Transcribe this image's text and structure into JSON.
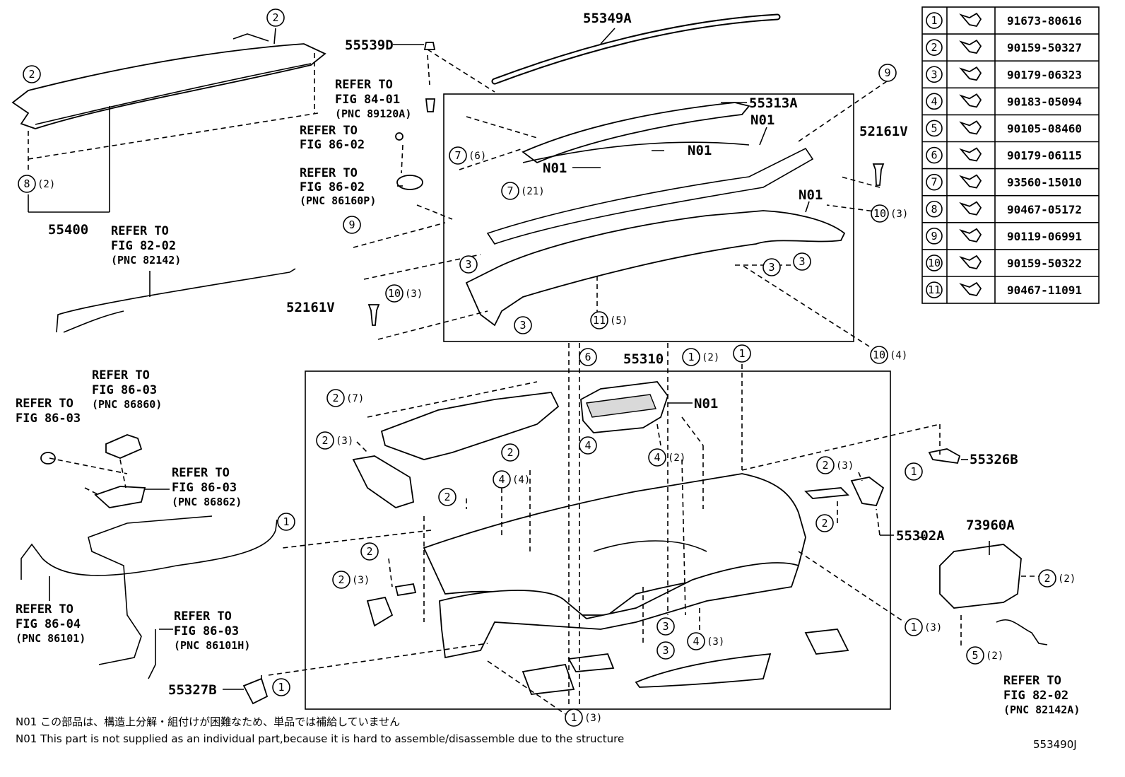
{
  "diagram_id": "553490J",
  "part_labels": {
    "p55349A": "55349A",
    "p55539D": "55539D",
    "p55313A": "55313A",
    "p52161V_top": "52161V",
    "p52161V_mid": "52161V",
    "p55400": "55400",
    "p55310": "55310",
    "p55326B": "55326B",
    "p55302A": "55302A",
    "p73960A": "73960A",
    "p55327B": "55327B",
    "n01_a": "N01",
    "n01_b": "N01",
    "n01_c": "N01",
    "n01_d": "N01",
    "n01_e": "N01"
  },
  "refer_notes": [
    {
      "id": "r1",
      "lines": [
        "REFER TO",
        "FIG 84-01",
        "(PNC 89120A)"
      ]
    },
    {
      "id": "r2",
      "lines": [
        "REFER TO",
        "FIG 86-02"
      ]
    },
    {
      "id": "r3",
      "lines": [
        "REFER TO",
        "FIG 86-02",
        "(PNC 86160P)"
      ]
    },
    {
      "id": "r4",
      "lines": [
        "REFER TO",
        "FIG 82-02",
        "(PNC 82142)"
      ]
    },
    {
      "id": "r5",
      "lines": [
        "REFER TO",
        "FIG 86-03",
        "(PNC 86860)"
      ]
    },
    {
      "id": "r6",
      "lines": [
        "REFER TO",
        "FIG 86-03"
      ]
    },
    {
      "id": "r7",
      "lines": [
        "REFER TO",
        "FIG 86-03",
        "(PNC 86862)"
      ]
    },
    {
      "id": "r8",
      "lines": [
        "REFER TO",
        "FIG 86-04",
        "(PNC 86101)"
      ]
    },
    {
      "id": "r9",
      "lines": [
        "REFER TO",
        "FIG 86-03",
        "(PNC 86101H)"
      ]
    },
    {
      "id": "r10",
      "lines": [
        "REFER TO",
        "FIG 82-02",
        "(PNC 82142A)"
      ]
    }
  ],
  "callouts": [
    {
      "num": "2",
      "qty": ""
    },
    {
      "num": "2",
      "qty": ""
    },
    {
      "num": "8",
      "qty": "(2)"
    },
    {
      "num": "7",
      "qty": "(6)"
    },
    {
      "num": "7",
      "qty": "(21)"
    },
    {
      "num": "9",
      "qty": ""
    },
    {
      "num": "9",
      "qty": ""
    },
    {
      "num": "10",
      "qty": "(3)"
    },
    {
      "num": "10",
      "qty": "(3)"
    },
    {
      "num": "10",
      "qty": "(4)"
    },
    {
      "num": "3",
      "qty": ""
    },
    {
      "num": "3",
      "qty": ""
    },
    {
      "num": "3",
      "qty": ""
    },
    {
      "num": "3",
      "qty": ""
    },
    {
      "num": "11",
      "qty": "(5)"
    },
    {
      "num": "6",
      "qty": ""
    },
    {
      "num": "1",
      "qty": "(2)"
    },
    {
      "num": "1",
      "qty": ""
    },
    {
      "num": "2",
      "qty": "(7)"
    },
    {
      "num": "2",
      "qty": "(3)"
    },
    {
      "num": "2",
      "qty": ""
    },
    {
      "num": "2",
      "qty": ""
    },
    {
      "num": "4",
      "qty": ""
    },
    {
      "num": "4",
      "qty": "(2)"
    },
    {
      "num": "4",
      "qty": "(4)"
    },
    {
      "num": "2",
      "qty": "(3)"
    },
    {
      "num": "2",
      "qty": ""
    },
    {
      "num": "1",
      "qty": ""
    },
    {
      "num": "1",
      "qty": ""
    },
    {
      "num": "2",
      "qty": ""
    },
    {
      "num": "2",
      "qty": "(3)"
    },
    {
      "num": "3",
      "qty": ""
    },
    {
      "num": "3",
      "qty": ""
    },
    {
      "num": "4",
      "qty": "(3)"
    },
    {
      "num": "1",
      "qty": "(3)"
    },
    {
      "num": "2",
      "qty": "(2)"
    },
    {
      "num": "5",
      "qty": "(2)"
    },
    {
      "num": "1",
      "qty": ""
    },
    {
      "num": "1",
      "qty": "(3)"
    }
  ],
  "fastener_table": [
    {
      "ref": "1",
      "part_no": "91673-80616"
    },
    {
      "ref": "2",
      "part_no": "90159-50327"
    },
    {
      "ref": "3",
      "part_no": "90179-06323"
    },
    {
      "ref": "4",
      "part_no": "90183-05094"
    },
    {
      "ref": "5",
      "part_no": "90105-08460"
    },
    {
      "ref": "6",
      "part_no": "90179-06115"
    },
    {
      "ref": "7",
      "part_no": "93560-15010"
    },
    {
      "ref": "8",
      "part_no": "90467-05172"
    },
    {
      "ref": "9",
      "part_no": "90119-06991"
    },
    {
      "ref": "10",
      "part_no": "90159-50322"
    },
    {
      "ref": "11",
      "part_no": "90467-11091"
    }
  ],
  "footnotes": {
    "jp": "N01 この部品は、構造上分解・組付けが困難なため、単品では補給していません",
    "en": "N01 This part is not supplied as an individual part,because it is hard to assemble/disassemble due to the structure"
  }
}
